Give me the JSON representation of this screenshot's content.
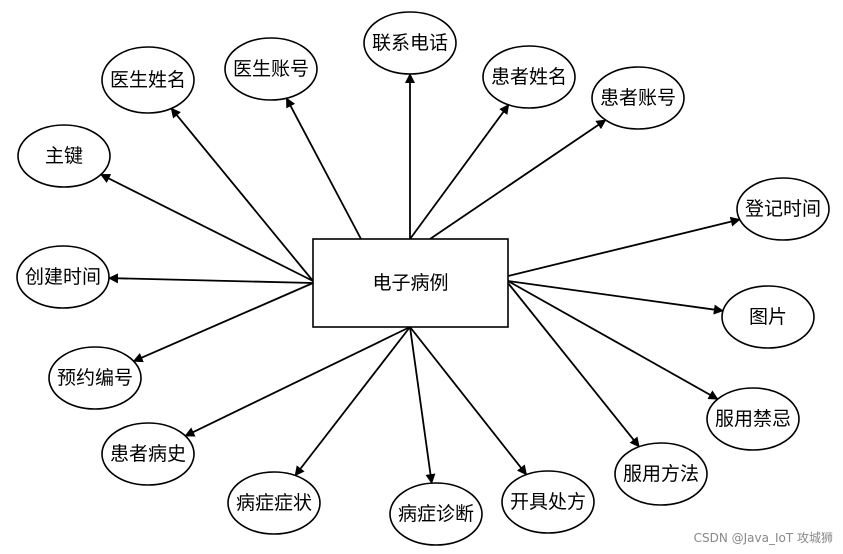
{
  "center": {
    "label": "电子病例"
  },
  "attributes": [
    {
      "id": "yishengxingming",
      "label": "医生姓名"
    },
    {
      "id": "yishengzhanghao",
      "label": "医生账号"
    },
    {
      "id": "lianxidianhua",
      "label": "联系电话"
    },
    {
      "id": "huanzhexingming",
      "label": "患者姓名"
    },
    {
      "id": "huanzhezhanghao",
      "label": "患者账号"
    },
    {
      "id": "zhujian",
      "label": "主键"
    },
    {
      "id": "dengjishijian",
      "label": "登记时间"
    },
    {
      "id": "chuangjianshijian",
      "label": "创建时间"
    },
    {
      "id": "tupian",
      "label": "图片"
    },
    {
      "id": "yuyuebianhao",
      "label": "预约编号"
    },
    {
      "id": "fuyongjinji",
      "label": "服用禁忌"
    },
    {
      "id": "huanzhebingshi",
      "label": "患者病史"
    },
    {
      "id": "fuyongfangfa",
      "label": "服用方法"
    },
    {
      "id": "bingzhengzhengzhuang",
      "label": "病症症状"
    },
    {
      "id": "bingzhengzhenduan",
      "label": "病症诊断"
    },
    {
      "id": "kaijuchufang",
      "label": "开具处方"
    }
  ],
  "watermark": "CSDN @Java_IoT  攻城狮"
}
